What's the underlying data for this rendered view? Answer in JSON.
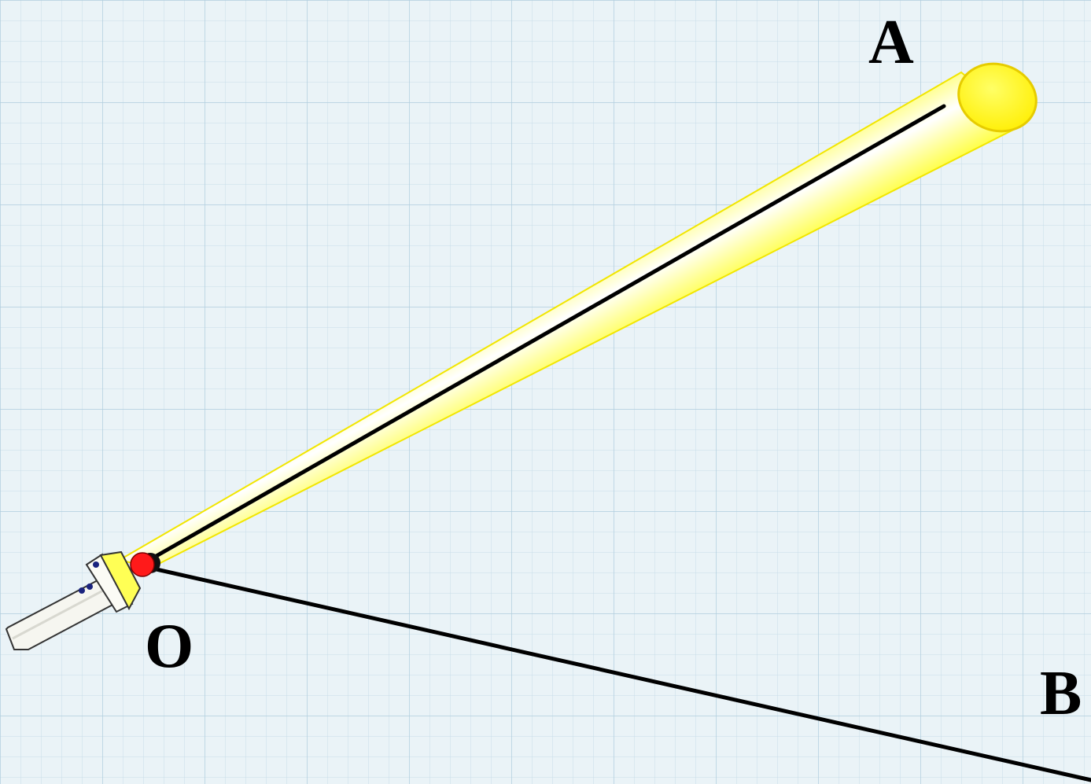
{
  "points": {
    "A": {
      "label": "A"
    },
    "O": {
      "label": "O"
    },
    "B": {
      "label": "B"
    }
  },
  "colors": {
    "background": "#eaf3f7",
    "grid_line": "#b9d4e2",
    "ray": "#000000",
    "beam": "#ffff33",
    "beam_core": "#ffffff",
    "vertex_dot": "#ff1a1a",
    "flashlight_body": "#f7f7f2",
    "flashlight_head": "#ffff66"
  },
  "icons": {
    "flashlight": "flashlight-icon",
    "vertex": "red-dot-icon"
  }
}
